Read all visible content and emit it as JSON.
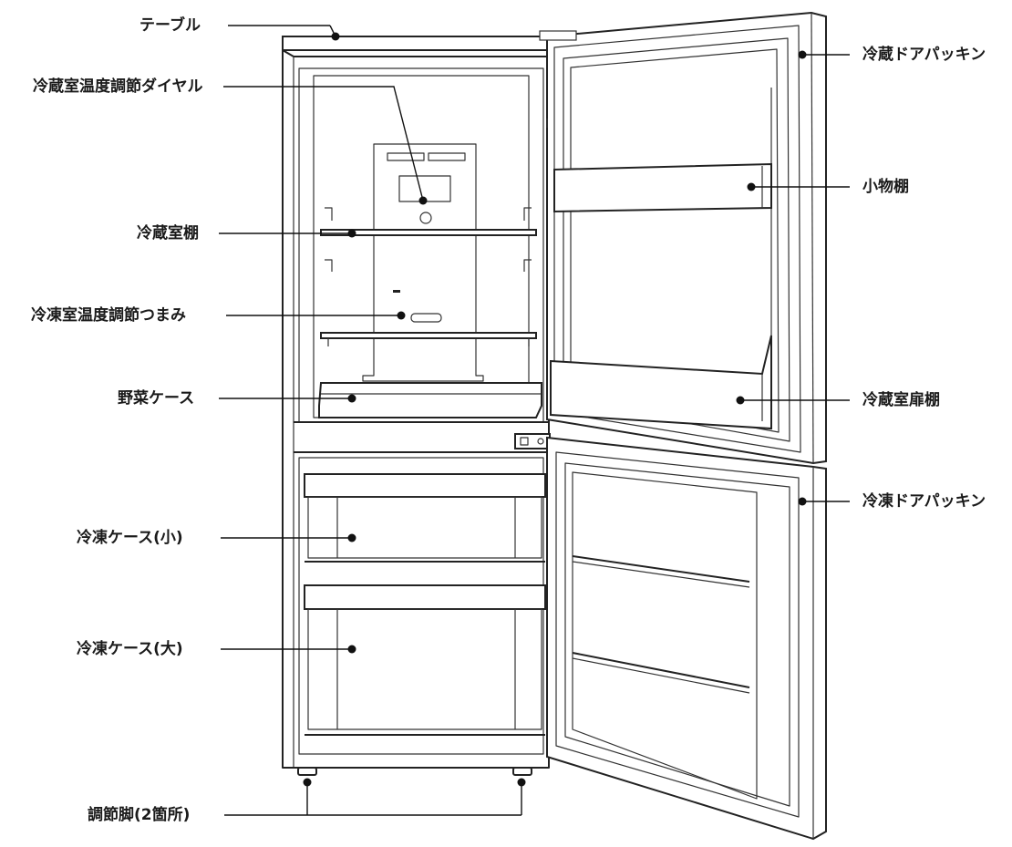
{
  "labels": {
    "table": "テーブル",
    "fridge_temp_dial": "冷蔵室温度調節ダイヤル",
    "fridge_shelf": "冷蔵室棚",
    "freezer_temp_knob": "冷凍室温度調節つまみ",
    "vegetable_case": "野菜ケース",
    "freezer_case_small": "冷凍ケース(小)",
    "freezer_case_large": "冷凍ケース(大)",
    "adjustable_feet": "調節脚(2箇所)",
    "fridge_door_gasket": "冷蔵ドアパッキン",
    "small_item_shelf": "小物棚",
    "fridge_door_shelf": "冷蔵室扉棚",
    "freezer_door_gasket": "冷凍ドアパッキン"
  }
}
